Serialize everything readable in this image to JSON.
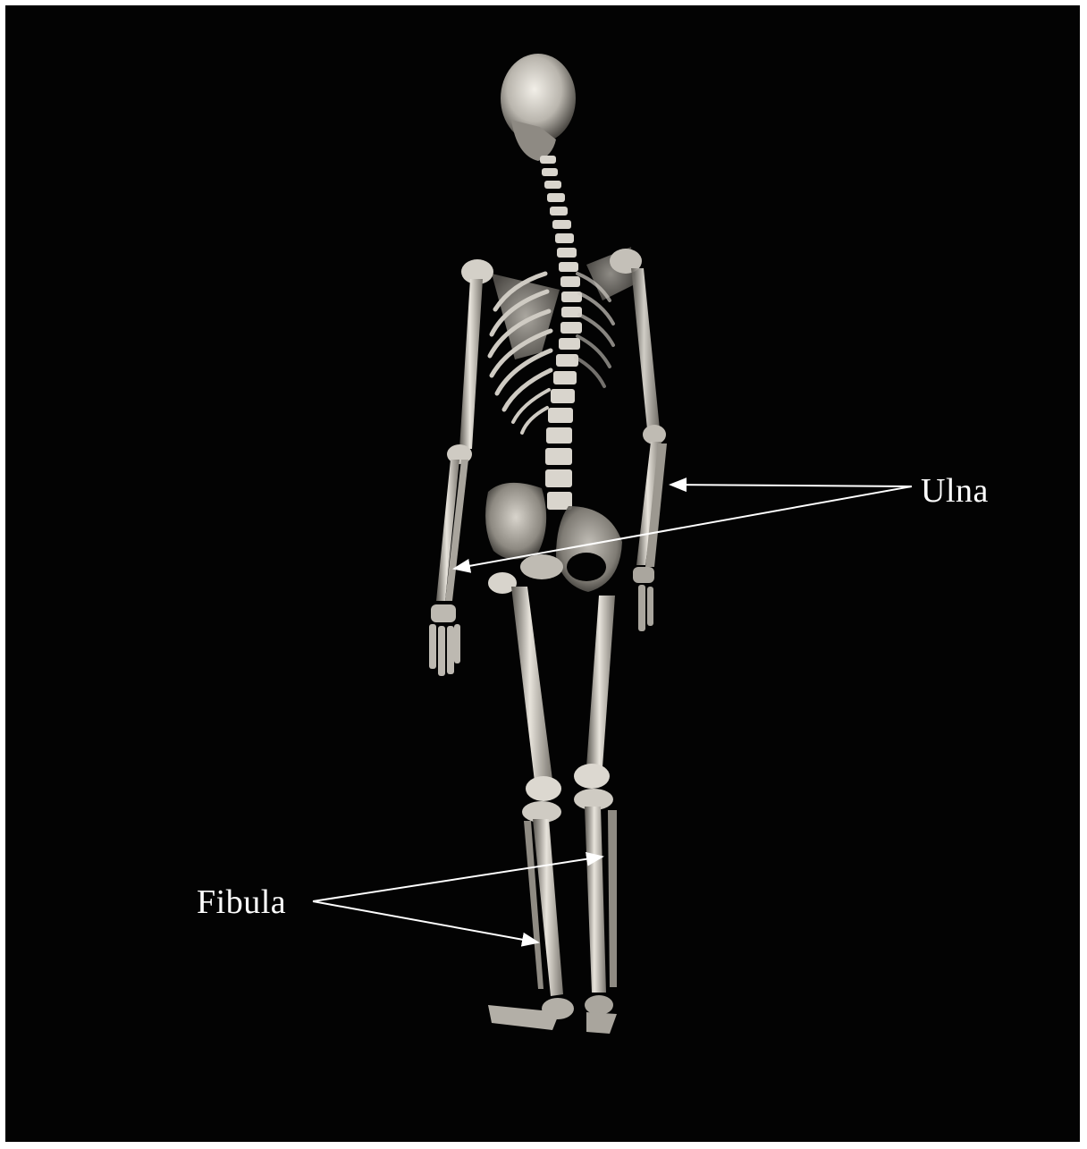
{
  "labels": {
    "ulna": "Ulna",
    "fibula": "Fibula"
  },
  "colors": {
    "background": "#030303",
    "frame": "#ffffff",
    "bone": "#e6e2da",
    "bone_shadow": "#6a6660",
    "label_text": "#ffffff",
    "pointer_lines": "#ffffff"
  },
  "illustration": {
    "subject": "human-skeleton",
    "view": "posterior-oblique"
  }
}
